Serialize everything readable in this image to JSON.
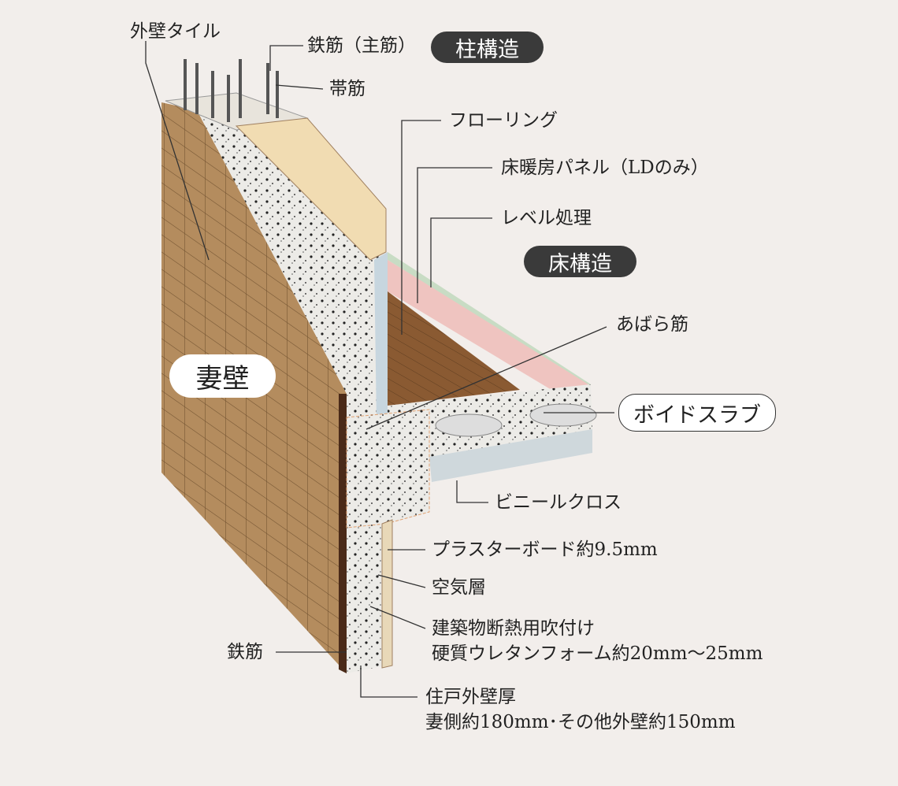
{
  "labels": {
    "exterior_tile": "外壁タイル",
    "main_rebar": "鉄筋（主筋）",
    "hoop": "帯筋",
    "flooring": "フローリング",
    "floor_heating": "床暖房パネル（LDのみ）",
    "leveling": "レベル処理",
    "stirrup": "あばら筋",
    "vinyl_cloth": "ビニールクロス",
    "plasterboard": "プラスターボード約9.5mm",
    "air_layer": "空気層",
    "insulation_line1": "建築物断熱用吹付け",
    "insulation_line2": "硬質ウレタンフォーム約20mm～25mm",
    "rebar": "鉄筋",
    "wall_thickness_line1": "住戸外壁厚",
    "wall_thickness_line2": "妻側約180mm･その他外壁約150mm"
  },
  "badges": {
    "column_structure": "柱構造",
    "floor_structure": "床構造",
    "gable_wall": "妻壁",
    "void_slab": "ボイドスラブ"
  },
  "colors": {
    "background": "#f2eeeb",
    "tile": "#b08a5c",
    "concrete": "#ece9e4",
    "dark_badge": "#3a3a3a"
  }
}
